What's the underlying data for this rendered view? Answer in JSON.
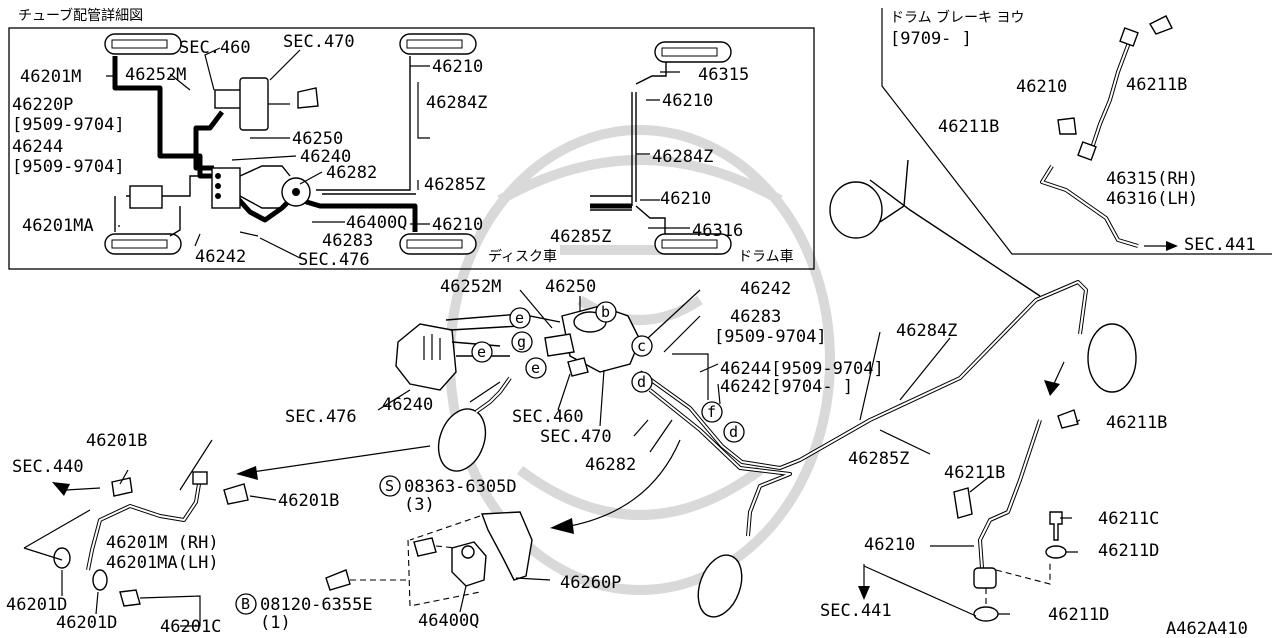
{
  "inset_title": "チューブ配管詳細図",
  "inset_labels": {
    "sec460": "SEC.460",
    "sec470": "SEC.470",
    "p46201M": "46201M",
    "p46252M": "46252M",
    "p46220P": "46220P",
    "p46220P_date": "[9509-9704]",
    "p46244": "46244",
    "p46244_date": "[9509-9704]",
    "p46201MA": "46201MA",
    "p46242": "46242",
    "sec476": "SEC.476",
    "p46250": "46250",
    "p46240": "46240",
    "p46282": "46282",
    "p46400Q": "46400Q",
    "p46283": "46283",
    "p46210_top": "46210",
    "p46284Z": "46284Z",
    "p46285Z": "46285Z",
    "p46210_bot": "46210",
    "disc_car": "ディスク車",
    "d46315": "46315",
    "d46210_a": "46210",
    "d46284Z": "46284Z",
    "d46210_b": "46210",
    "d46285Z": "46285Z",
    "d46316": "46316",
    "drum_car": "ドラム車"
  },
  "drum_inset": {
    "title": "ドラム  ブレーキ  ヨウ",
    "date": "[9709-     ]",
    "p46210": "46210",
    "p46211B_a": "46211B",
    "p46211B_b": "46211B",
    "p46315": "46315(RH)",
    "p46316": "46316(LH)",
    "sec441": "SEC.441"
  },
  "main_labels": {
    "p46252M": "46252M",
    "p46250": "46250",
    "p46242_top": "46242",
    "p46283": "46283",
    "p46283_date": "[9509-9704]",
    "p46244": "46244[9509-9704]",
    "p46242_2": "46242[9704-    ]",
    "p46284Z": "46284Z",
    "p46285Z": "46285Z",
    "sec476": "SEC.476",
    "p46240": "46240",
    "sec460": "SEC.460",
    "sec470": "SEC.470",
    "p46282": "46282",
    "p46201B_a": "46201B",
    "p46201B_b": "46201B",
    "sec440": "SEC.440",
    "p46201M": "46201M (RH)",
    "p46201MA": "46201MA(LH)",
    "p46201D_a": "46201D",
    "p46201D_b": "46201D",
    "p46201C": "46201C",
    "s_bolt": "08363-6305D",
    "s_qty": "(3)",
    "b_bolt": "08120-6355E",
    "b_qty": "(1)",
    "p46400Q": "46400Q",
    "p46260P": "46260P",
    "p46211B_r": "46211B",
    "p46211B_r2": "46211B",
    "p46211C": "46211C",
    "p46211D_a": "46211D",
    "p46210": "46210",
    "p46211D_b": "46211D",
    "sec441": "SEC.441",
    "fig_code": "A462A410"
  },
  "callouts": {
    "s": "S",
    "b": "B",
    "e1": "e",
    "e2": "e",
    "e3": "e",
    "g": "g",
    "bb": "b",
    "c": "c",
    "d1": "d",
    "d2": "d",
    "f": "f"
  }
}
